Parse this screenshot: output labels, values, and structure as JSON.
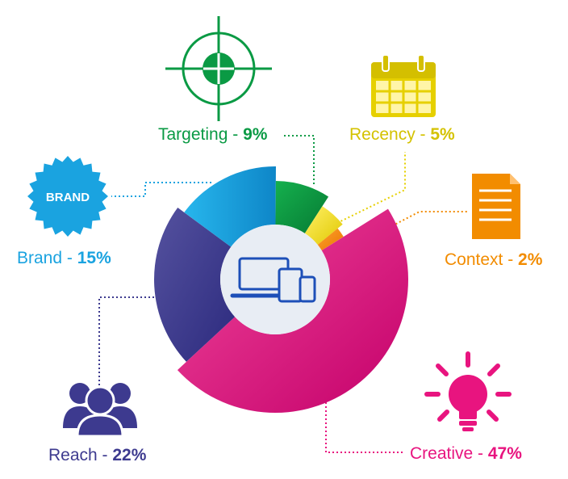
{
  "chart_data": {
    "type": "pie",
    "title": "",
    "categories": [
      "Creative",
      "Reach",
      "Brand",
      "Targeting",
      "Recency",
      "Context"
    ],
    "values": [
      47,
      22,
      15,
      9,
      5,
      2
    ],
    "value_labels": [
      "47%",
      "22%",
      "15%",
      "9%",
      "5%",
      "2%"
    ],
    "separator": " - ",
    "colors": [
      "#e8147f",
      "#3d3a8f",
      "#1aa3e0",
      "#0a9a44",
      "#e6d000",
      "#f28c00"
    ],
    "label_colors": [
      "#e8147f",
      "#3d3a8f",
      "#1aa3e0",
      "#0a9a44",
      "#d4c200",
      "#f28c00"
    ],
    "icons": [
      "lightbulb-icon",
      "people-icon",
      "brand-badge-icon",
      "crosshair-icon",
      "calendar-icon",
      "document-icon"
    ],
    "center_icon": "devices-icon",
    "legend": "around",
    "grid": false
  },
  "brand_badge": {
    "text": "BRAND"
  }
}
